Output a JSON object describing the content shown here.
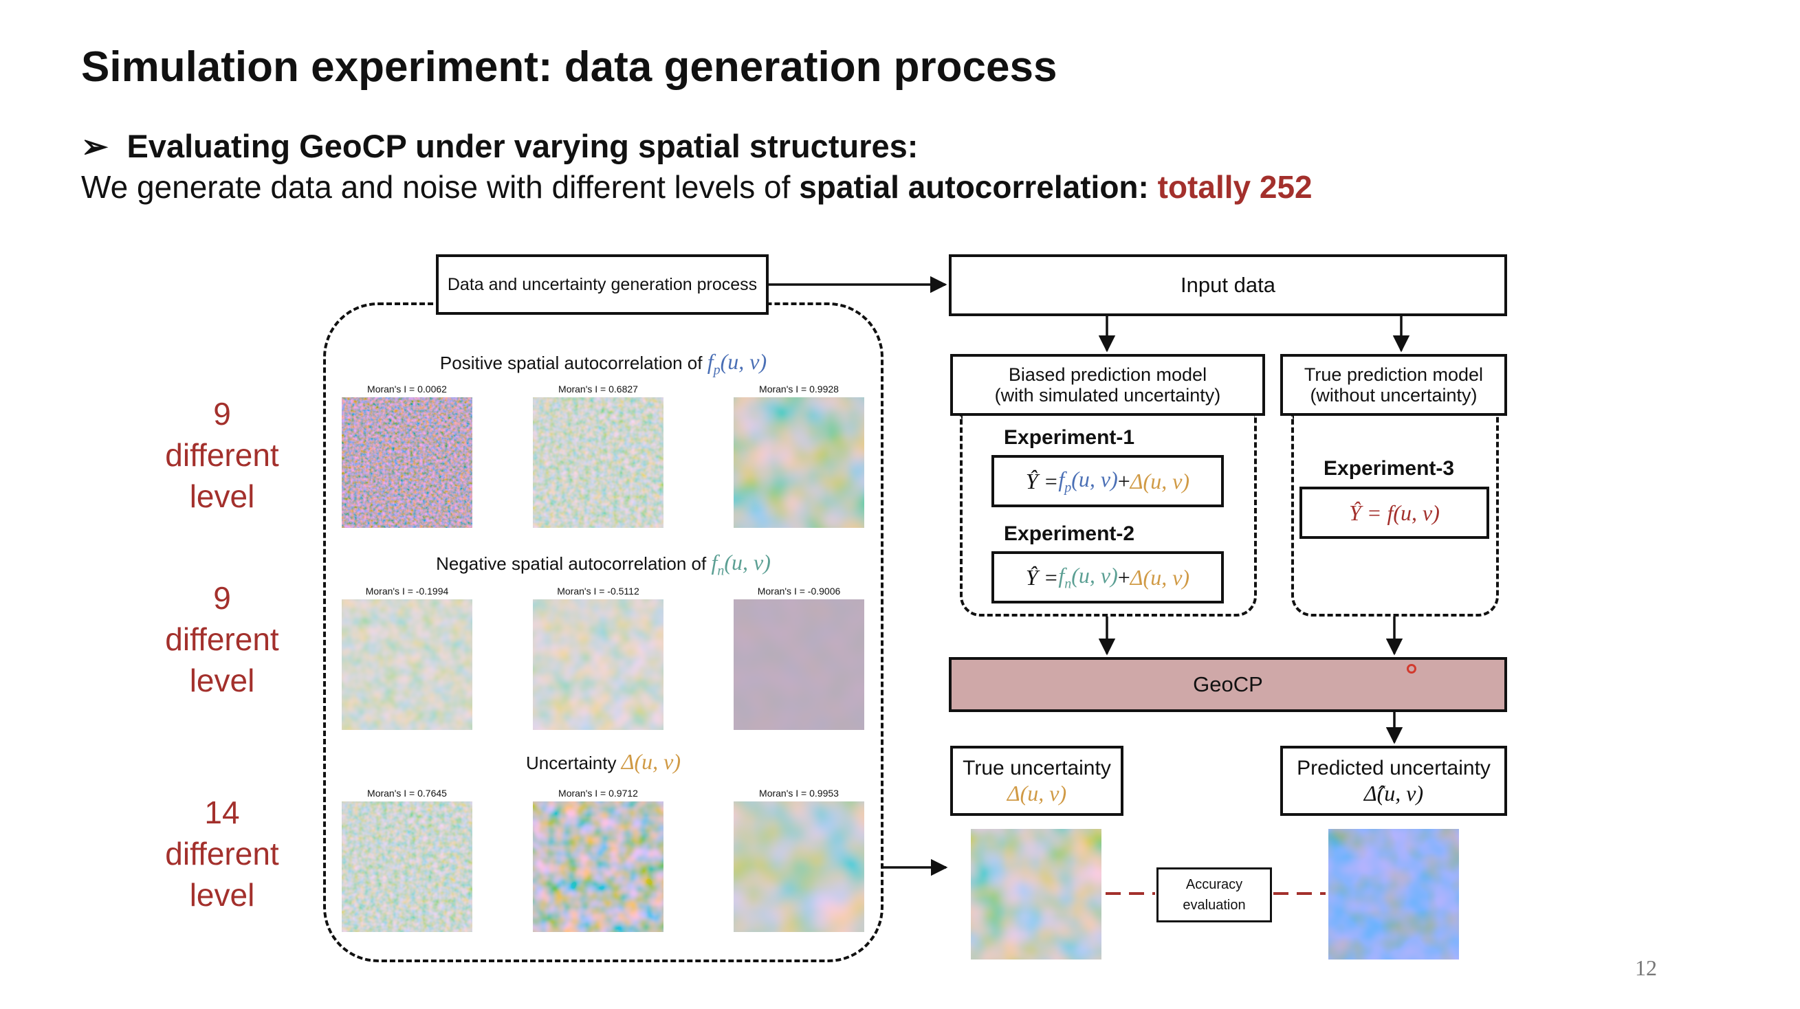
{
  "slide": {
    "title": "Simulation experiment: data generation process",
    "bullet_marker": "➢",
    "bullet": "Evaluating GeoCP under varying spatial structures:",
    "sentence_prefix": "We generate data and noise with different levels of ",
    "sentence_bold": "spatial autocorrelation:",
    "sentence_highlight": "totally 252",
    "page_number": "12"
  },
  "levels": [
    {
      "count": "9",
      "line2": "different",
      "line3": "level"
    },
    {
      "count": "9",
      "line2": "different",
      "line3": "level"
    },
    {
      "count": "14",
      "line2": "different",
      "line3": "level"
    }
  ],
  "diagram": {
    "generation_box": "Data and uncertainty generation process",
    "input_box": "Input data",
    "biased_model": {
      "line1": "Biased prediction model",
      "line2": "(with simulated uncertainty)"
    },
    "true_model": {
      "line1": "True prediction model",
      "line2": "(without uncertainty)"
    },
    "geocp": "GeoCP",
    "true_uncertainty": {
      "label": "True uncertainty",
      "math": "Δ(u, v)"
    },
    "predicted_uncertainty": {
      "label": "Predicted uncertainty",
      "math": "Δ̂(u, v)"
    },
    "accuracy": {
      "line1": "Accuracy",
      "line2": "evaluation"
    },
    "experiments": [
      {
        "name": "Experiment-1",
        "lhs": "Ŷ = ",
        "f": "f",
        "sub": "p",
        "args": "(u, v)",
        "plus": " +",
        "delta": "Δ(u, v)"
      },
      {
        "name": "Experiment-2",
        "lhs": "Ŷ = ",
        "f": "f",
        "sub": "n",
        "args": "(u, v)",
        "plus": " +",
        "delta": "Δ(u, v)"
      },
      {
        "name": "Experiment-3",
        "equation": "Ŷ = f(u, v)"
      }
    ]
  },
  "sections": [
    {
      "label": "Positive spatial autocorrelation of ",
      "math_f": "f",
      "math_sub": "p",
      "math_args": "(u, v)",
      "maps": [
        "Moran's I = 0.0062",
        "Moran's I = 0.6827",
        "Moran's I = 0.9928"
      ]
    },
    {
      "label": "Negative spatial autocorrelation of ",
      "math_f": "f",
      "math_sub": "n",
      "math_args": "(u, v)",
      "maps": [
        "Moran's I = -0.1994",
        "Moran's I = -0.5112",
        "Moran's I = -0.9006"
      ]
    },
    {
      "label": "Uncertainty ",
      "math_f": "Δ(u, v)",
      "math_sub": "",
      "math_args": "",
      "maps": [
        "Moran's I = 0.7645",
        "Moran's I = 0.9712",
        "Moran's I = 0.9953"
      ]
    }
  ],
  "colors": {
    "accent_red": "#a3302c",
    "geocp_fill": "#cfa8a8",
    "map_red": "#c0392b",
    "map_blue": "#3f5fd1",
    "fp_blue": "#4a6fb5",
    "fn_teal": "#5b9f93",
    "delta_orange": "#d09a45"
  }
}
